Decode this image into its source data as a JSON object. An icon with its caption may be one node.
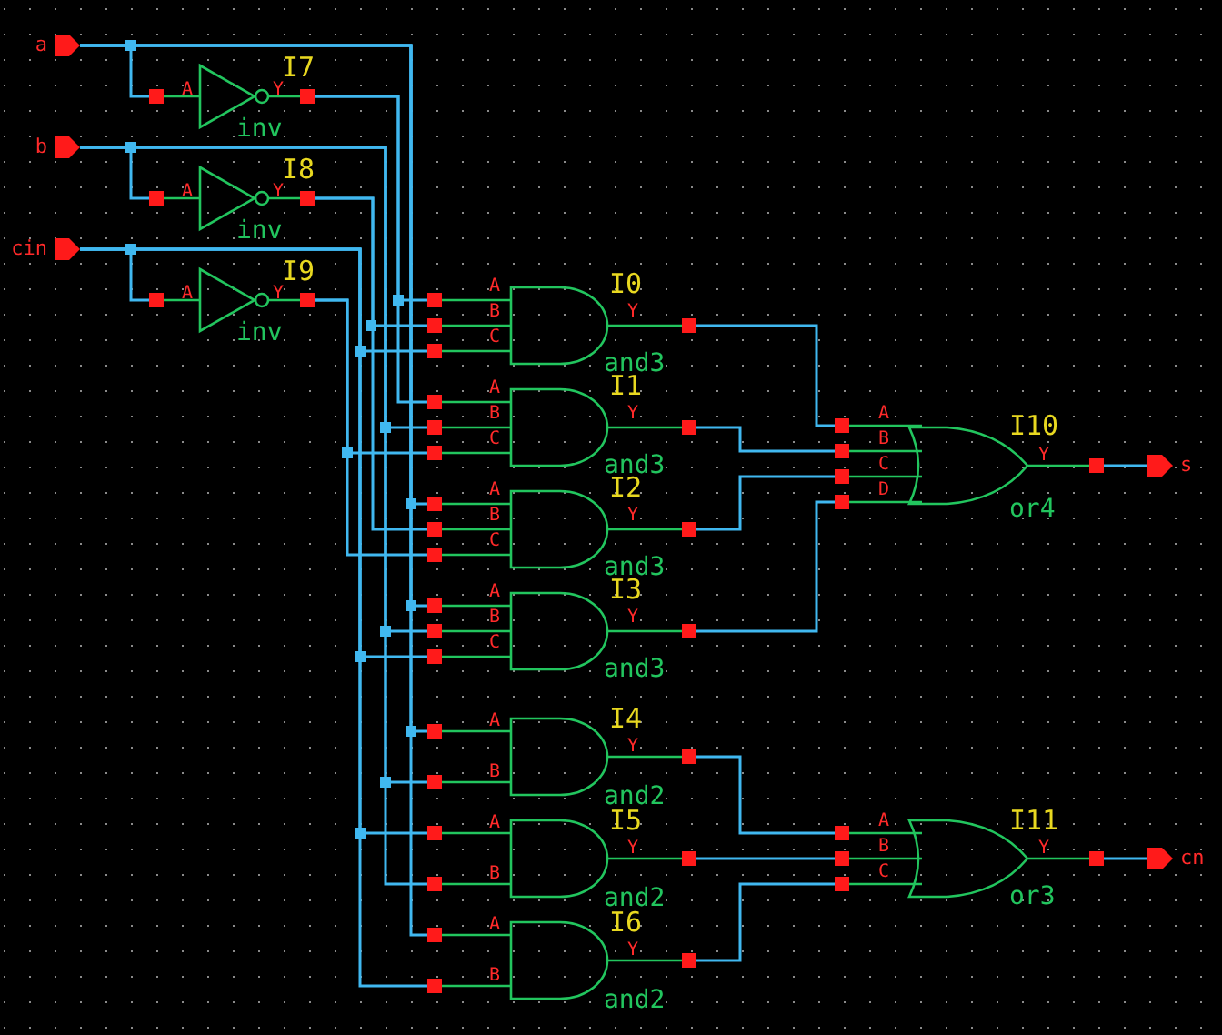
{
  "diagram": {
    "nodes": [
      {
        "text": [
          "a"
        ]
      },
      {
        "text": [
          "I7",
          "A",
          "Y",
          "inv"
        ]
      },
      {
        "text": [
          "b"
        ]
      },
      {
        "text": [
          "I8",
          "A",
          "Y",
          "inv"
        ]
      },
      {
        "text": [
          "cin"
        ]
      },
      {
        "text": [
          "I9",
          "A",
          "Y",
          "inv"
        ]
      },
      {
        "text": [
          "I0",
          "A",
          "B",
          "C",
          "Y",
          "and3"
        ]
      },
      {
        "text": [
          "I1",
          "A",
          "B",
          "C",
          "Y",
          "and3"
        ]
      },
      {
        "text": [
          "I2",
          "A",
          "B",
          "C",
          "Y",
          "and3"
        ]
      },
      {
        "text": [
          "I3",
          "A",
          "B",
          "C",
          "Y",
          "and3"
        ]
      },
      {
        "text": [
          "I10",
          "A",
          "B",
          "C",
          "D",
          "Y",
          "or4"
        ]
      },
      {
        "text": [
          "s"
        ]
      },
      {
        "text": [
          "I4",
          "A",
          "B",
          "Y",
          "and2"
        ]
      },
      {
        "text": [
          "I5",
          "A",
          "B",
          "Y",
          "and2"
        ]
      },
      {
        "text": [
          "I6",
          "A",
          "B",
          "Y",
          "and2"
        ]
      },
      {
        "text": [
          "I11",
          "A",
          "B",
          "C",
          "Y",
          "or3"
        ]
      },
      {
        "text": [
          "cn"
        ]
      }
    ],
    "edges": [
      {
        "from": 0,
        "to": 1,
        "arrow": "none"
      },
      {
        "from": 2,
        "to": 3,
        "arrow": "none"
      },
      {
        "from": 4,
        "to": 5,
        "arrow": "none"
      },
      {
        "from": 1,
        "to": 6,
        "arrow": "none"
      },
      {
        "from": 3,
        "to": 6,
        "arrow": "none"
      },
      {
        "from": 4,
        "to": 6,
        "arrow": "none"
      },
      {
        "from": 1,
        "to": 7,
        "arrow": "none"
      },
      {
        "from": 2,
        "to": 7,
        "arrow": "none"
      },
      {
        "from": 5,
        "to": 7,
        "arrow": "none"
      },
      {
        "from": 0,
        "to": 8,
        "arrow": "none"
      },
      {
        "from": 3,
        "to": 8,
        "arrow": "none"
      },
      {
        "from": 5,
        "to": 8,
        "arrow": "none"
      },
      {
        "from": 0,
        "to": 9,
        "arrow": "none"
      },
      {
        "from": 2,
        "to": 9,
        "arrow": "none"
      },
      {
        "from": 4,
        "to": 9,
        "arrow": "none"
      },
      {
        "from": 0,
        "to": 12,
        "arrow": "none"
      },
      {
        "from": 2,
        "to": 12,
        "arrow": "none"
      },
      {
        "from": 4,
        "to": 13,
        "arrow": "none"
      },
      {
        "from": 2,
        "to": 13,
        "arrow": "none"
      },
      {
        "from": 0,
        "to": 14,
        "arrow": "none"
      },
      {
        "from": 4,
        "to": 14,
        "arrow": "none"
      },
      {
        "from": 6,
        "to": 10,
        "arrow": "none"
      },
      {
        "from": 7,
        "to": 10,
        "arrow": "none"
      },
      {
        "from": 8,
        "to": 10,
        "arrow": "none"
      },
      {
        "from": 9,
        "to": 10,
        "arrow": "none"
      },
      {
        "from": 12,
        "to": 15,
        "arrow": "none"
      },
      {
        "from": 13,
        "to": 15,
        "arrow": "none"
      },
      {
        "from": 14,
        "to": 15,
        "arrow": "none"
      },
      {
        "from": 10,
        "to": 11,
        "arrow": "none"
      },
      {
        "from": 15,
        "to": 16,
        "arrow": "none"
      }
    ]
  }
}
